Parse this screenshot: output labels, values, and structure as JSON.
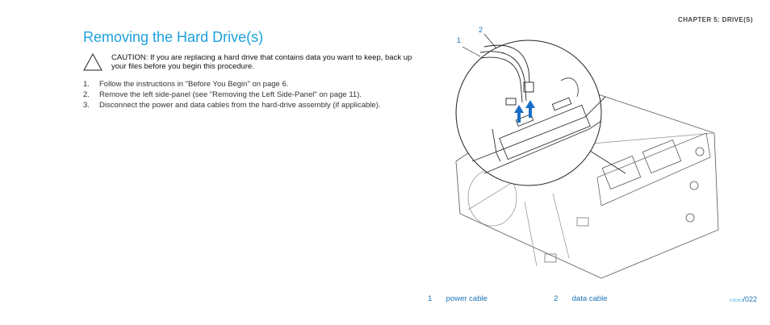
{
  "header": {
    "chapter": "CHAPTER 5: DRIVE(S)"
  },
  "section": {
    "title": "Removing the Hard Drive(s)"
  },
  "caution": {
    "text": "CAUTION: If you are replacing a hard drive that contains data you want to keep, back up your files before you begin this procedure."
  },
  "steps": [
    {
      "num": "1.",
      "text": "Follow the instructions in \"Before You Begin\" on page 6."
    },
    {
      "num": "2.",
      "text": "Remove the left side-panel (see \"Removing the Left Side-Panel\" on page 11)."
    },
    {
      "num": "3.",
      "text": "Disconnect the power and data cables from the hard-drive assembly (if applicable)."
    }
  ],
  "figure": {
    "callout_1": "1",
    "callout_2": "2"
  },
  "legend": [
    {
      "num": "1",
      "label": "power cable"
    },
    {
      "num": "2",
      "label": "data cable"
    }
  ],
  "footer": {
    "logo": "▭▭▭",
    "page": "/022"
  },
  "colors": {
    "accent": "#1ea0dc",
    "arrow": "#1a6fc4"
  }
}
